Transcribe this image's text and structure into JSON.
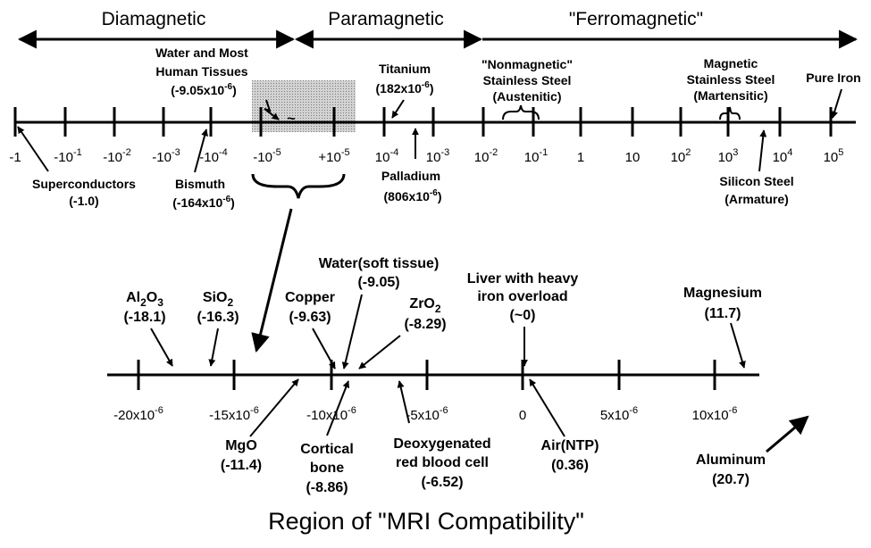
{
  "categories": {
    "diamagnetic": "Diamagnetic",
    "paramagnetic": "Paramagnetic",
    "ferromagnetic": "\"Ferromagnetic\""
  },
  "top_axis": {
    "ticks": [
      {
        "base": "-1",
        "exp": ""
      },
      {
        "base": "-10",
        "exp": "-1"
      },
      {
        "base": "-10",
        "exp": "-2"
      },
      {
        "base": "-10",
        "exp": "-3"
      },
      {
        "base": "-10",
        "exp": "-4"
      },
      {
        "base": "-10",
        "exp": "-5"
      },
      {
        "base": "+10",
        "exp": "-5"
      },
      {
        "base": "10",
        "exp": "-4"
      },
      {
        "base": "10",
        "exp": "-3"
      },
      {
        "base": "10",
        "exp": "-2"
      },
      {
        "base": "10",
        "exp": "-1"
      },
      {
        "base": "1",
        "exp": ""
      },
      {
        "base": "10",
        "exp": ""
      },
      {
        "base": "10",
        "exp": "2"
      },
      {
        "base": "10",
        "exp": "3"
      },
      {
        "base": "10",
        "exp": "4"
      },
      {
        "base": "10",
        "exp": "5"
      }
    ],
    "tilde": "~"
  },
  "top_annotations": {
    "water_tissues": {
      "line1": "Water and Most",
      "line2": "Human Tissues",
      "line3_pre": "(-9.05x10",
      "line3_exp": "-6",
      "line3_post": ")"
    },
    "titanium": {
      "name": "Titanium",
      "val_pre": "(182x10",
      "val_exp": "-6",
      "val_post": ")"
    },
    "nonmag_steel": {
      "line1": "\"Nonmagnetic\"",
      "line2": "Stainless Steel",
      "line3": "(Austenitic)"
    },
    "mag_steel": {
      "line1": "Magnetic",
      "line2": "Stainless Steel",
      "line3": "(Martensitic)"
    },
    "pure_iron": "Pure Iron",
    "superconductors": {
      "name": "Superconductors",
      "val": "(-1.0)"
    },
    "bismuth": {
      "name": "Bismuth",
      "val_pre": "(-164x10",
      "val_exp": "-6",
      "val_post": ")"
    },
    "palladium": {
      "name": "Palladium",
      "val_pre": "(806x10",
      "val_exp": "-6",
      "val_post": ")"
    },
    "silicon_steel": {
      "line1": "Silicon Steel",
      "line2": "(Armature)"
    }
  },
  "bottom_axis": {
    "ticks": [
      {
        "pre": "-20x10",
        "exp": "-6"
      },
      {
        "pre": "-15x10",
        "exp": "-6"
      },
      {
        "pre": "-10x10",
        "exp": "-6"
      },
      {
        "pre": "-5x10",
        "exp": "-6"
      },
      {
        "pre": "0",
        "exp": ""
      },
      {
        "pre": "5x10",
        "exp": "-6"
      },
      {
        "pre": "10x10",
        "exp": "-6"
      }
    ]
  },
  "bottom_annotations": {
    "al2o3": {
      "a": "Al",
      "a_sub": "2",
      "b": "O",
      "b_sub": "3",
      "val": "(-18.1)"
    },
    "sio2": {
      "a": "SiO",
      "a_sub": "2",
      "val": "(-16.3)"
    },
    "copper": {
      "name": "Copper",
      "val": "(-9.63)"
    },
    "water": {
      "name": "Water(soft tissue)",
      "val": "(-9.05)"
    },
    "zro2": {
      "a": "ZrO",
      "a_sub": "2",
      "val": "(-8.29)"
    },
    "liver": {
      "line1": "Liver with heavy",
      "line2": "iron overload",
      "val": "(~0)"
    },
    "magnesium": {
      "name": "Magnesium",
      "val": "(11.7)"
    },
    "mgo": {
      "name": "MgO",
      "val": "(-11.4)"
    },
    "cortical": {
      "line1": "Cortical",
      "line2": "bone",
      "val": "(-8.86)"
    },
    "deoxy": {
      "line1": "Deoxygenated",
      "line2": "red blood cell",
      "val": "(-6.52)"
    },
    "air": {
      "name": "Air(NTP)",
      "val": "(0.36)"
    },
    "aluminum": {
      "name": "Aluminum",
      "val": "(20.7)"
    }
  },
  "footer": {
    "title": "Region of \"MRI Compatibility\""
  }
}
